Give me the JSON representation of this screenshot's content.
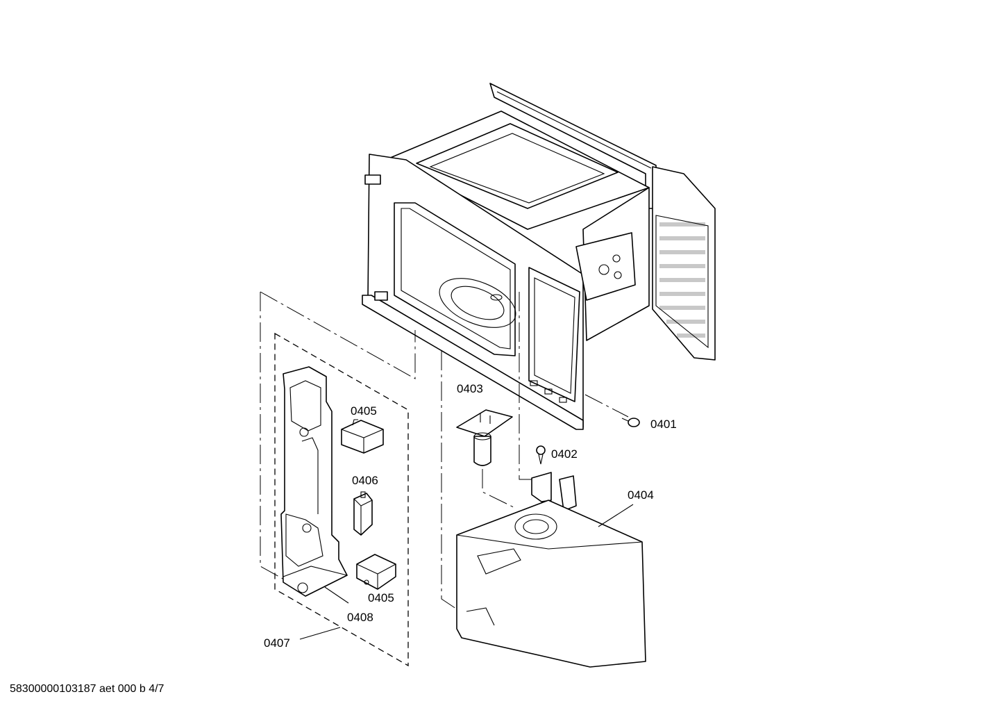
{
  "callouts": [
    {
      "id": "0401",
      "text": "0401"
    },
    {
      "id": "0402",
      "text": "0402"
    },
    {
      "id": "0403",
      "text": "0403"
    },
    {
      "id": "0404",
      "text": "0404"
    },
    {
      "id": "0405a",
      "text": "0405"
    },
    {
      "id": "0406",
      "text": "0406"
    },
    {
      "id": "0405b",
      "text": "0405"
    },
    {
      "id": "0408",
      "text": "0408"
    },
    {
      "id": "0407",
      "text": "0407"
    }
  ],
  "footer": {
    "drawing_ref": "58300000103187 aet 000 b 4/7"
  }
}
